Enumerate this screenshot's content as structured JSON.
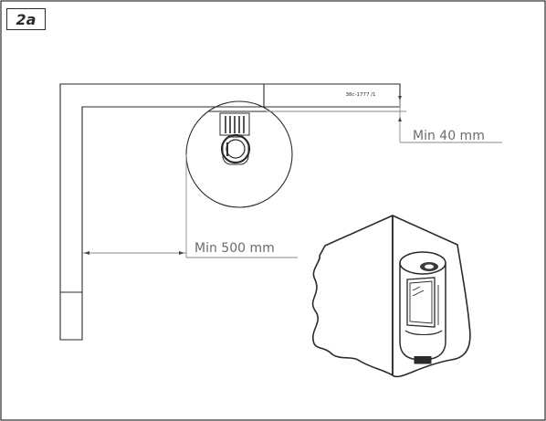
{
  "figure": {
    "label": "2a",
    "drawing_number": "38c-1777 /1"
  },
  "dimensions": {
    "wall_clearance": "Min 40 mm",
    "side_clearance": "Min 500 mm"
  }
}
